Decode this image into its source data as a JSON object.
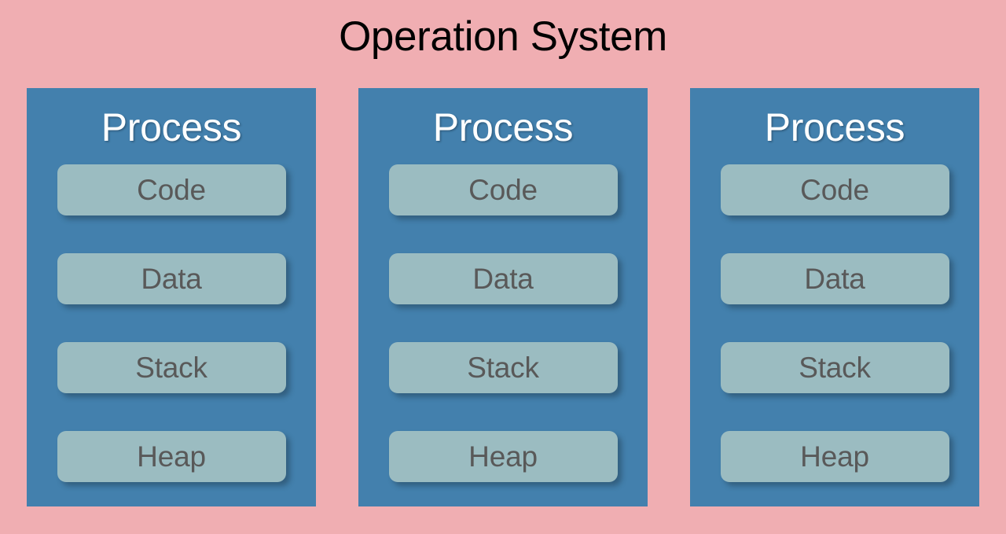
{
  "diagram": {
    "title": "Operation System",
    "background_color": "#f0aeb2",
    "title_color": "#000000",
    "process_color": "#4380ad",
    "segment_color": "#9bbcc1",
    "segment_text_color": "#595959",
    "process_title_color": "#ffffff",
    "processes": [
      {
        "title": "Process",
        "segments": [
          {
            "label": "Code"
          },
          {
            "label": "Data"
          },
          {
            "label": "Stack"
          },
          {
            "label": "Heap"
          }
        ]
      },
      {
        "title": "Process",
        "segments": [
          {
            "label": "Code"
          },
          {
            "label": "Data"
          },
          {
            "label": "Stack"
          },
          {
            "label": "Heap"
          }
        ]
      },
      {
        "title": "Process",
        "segments": [
          {
            "label": "Code"
          },
          {
            "label": "Data"
          },
          {
            "label": "Stack"
          },
          {
            "label": "Heap"
          }
        ]
      }
    ]
  }
}
